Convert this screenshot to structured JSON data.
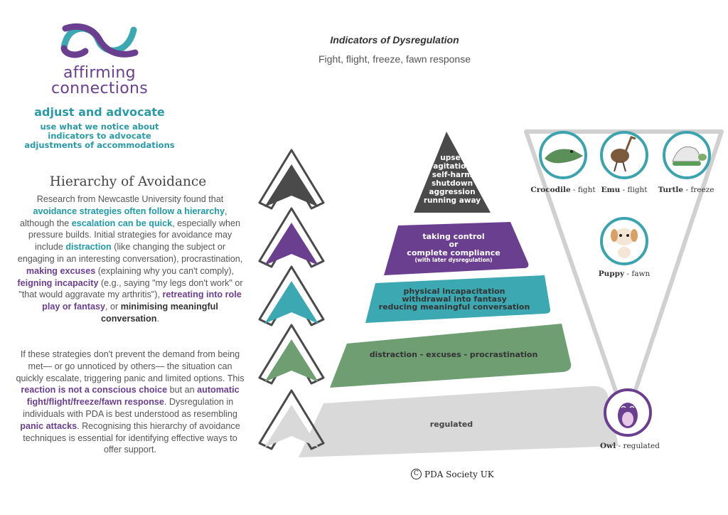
{
  "header": {
    "title": "Indicators of Dysregulation",
    "subtitle": "Fight, flight, freeze, fawn response"
  },
  "logo": {
    "line1": "affirming",
    "line2": "connections"
  },
  "tagline": {
    "heading": "adjust and advocate",
    "line1": "use what we notice about",
    "line2": "indicators to advocate",
    "line3": "adjustments of accommodations"
  },
  "hierarchy": {
    "title": "Hierarchy of Avoidance",
    "p1": [
      {
        "t": "Research from Newcastle University found that ",
        "s": "n"
      },
      {
        "t": "avoidance strategies often follow a hierarchy",
        "s": "t"
      },
      {
        "t": ", although the ",
        "s": "n"
      },
      {
        "t": "escalation can be quick",
        "s": "t"
      },
      {
        "t": ", especially when pressure builds. Initial strategies for avoidance may include ",
        "s": "n"
      },
      {
        "t": "distraction",
        "s": "t"
      },
      {
        "t": " (like changing the subject or engaging in an interesting conversation), procrastination, ",
        "s": "n"
      },
      {
        "t": "making excuses",
        "s": "p"
      },
      {
        "t": " (explaining why you can't comply), ",
        "s": "n"
      },
      {
        "t": "feigning incapacity",
        "s": "p"
      },
      {
        "t": " (e.g., saying \"my legs don't work\" or \"that would aggravate my arthritis\"), ",
        "s": "n"
      },
      {
        "t": "retreating into role play or fantasy",
        "s": "p"
      },
      {
        "t": ", or ",
        "s": "n"
      },
      {
        "t": "minimising meaningful conversation",
        "s": "d"
      },
      {
        "t": ".",
        "s": "n"
      }
    ],
    "p2": [
      {
        "t": "If these strategies don't prevent the demand from being met— or go unnoticed by others— the situation can quickly escalate, triggering panic and limited options. This ",
        "s": "n"
      },
      {
        "t": "reaction is not a conscious choice",
        "s": "p"
      },
      {
        "t": " but an ",
        "s": "n"
      },
      {
        "t": "automatic fight/flight/freeze/fawn response",
        "s": "p"
      },
      {
        "t": ". Dysregulation in individuals with PDA is best understood as resembling ",
        "s": "n"
      },
      {
        "t": "panic attacks",
        "s": "p"
      },
      {
        "t": ". Recognising this hierarchy of avoidance techniques is essential for identifying effective ways to offer support.",
        "s": "n"
      }
    ]
  },
  "pyramid": {
    "top": [
      "upset",
      "agitation",
      "self-harm",
      "shutdown",
      "aggression",
      "running away"
    ],
    "level4": [
      "taking control",
      "or",
      "complete compliance",
      "(with later dysregulation)"
    ],
    "level3": [
      "physical incapacitation",
      "withdrawal into fantasy",
      "reducing meaningful conversation"
    ],
    "level2": "distraction - excuses - procrastination",
    "level1": "regulated"
  },
  "colors": {
    "dark": "#4a4a4a",
    "purple": "#6b3f8f",
    "teal": "#3ba8b2",
    "green": "#6e9e72",
    "grey": "#d9d9d9",
    "ring": "#3aa3ad"
  },
  "animals": [
    {
      "name": "Crocodile",
      "response": "fight",
      "icon": "crocodile-icon"
    },
    {
      "name": "Emu",
      "response": "flight",
      "icon": "emu-icon"
    },
    {
      "name": "Turtle",
      "response": "freeze",
      "icon": "turtle-icon"
    },
    {
      "name": "Puppy",
      "response": "fawn",
      "icon": "puppy-icon"
    },
    {
      "name": "Owl",
      "response": "regulated",
      "icon": "owl-icon"
    }
  ],
  "animal_separator": " - ",
  "credit": "PDA Society UK",
  "credit_symbol": "C"
}
